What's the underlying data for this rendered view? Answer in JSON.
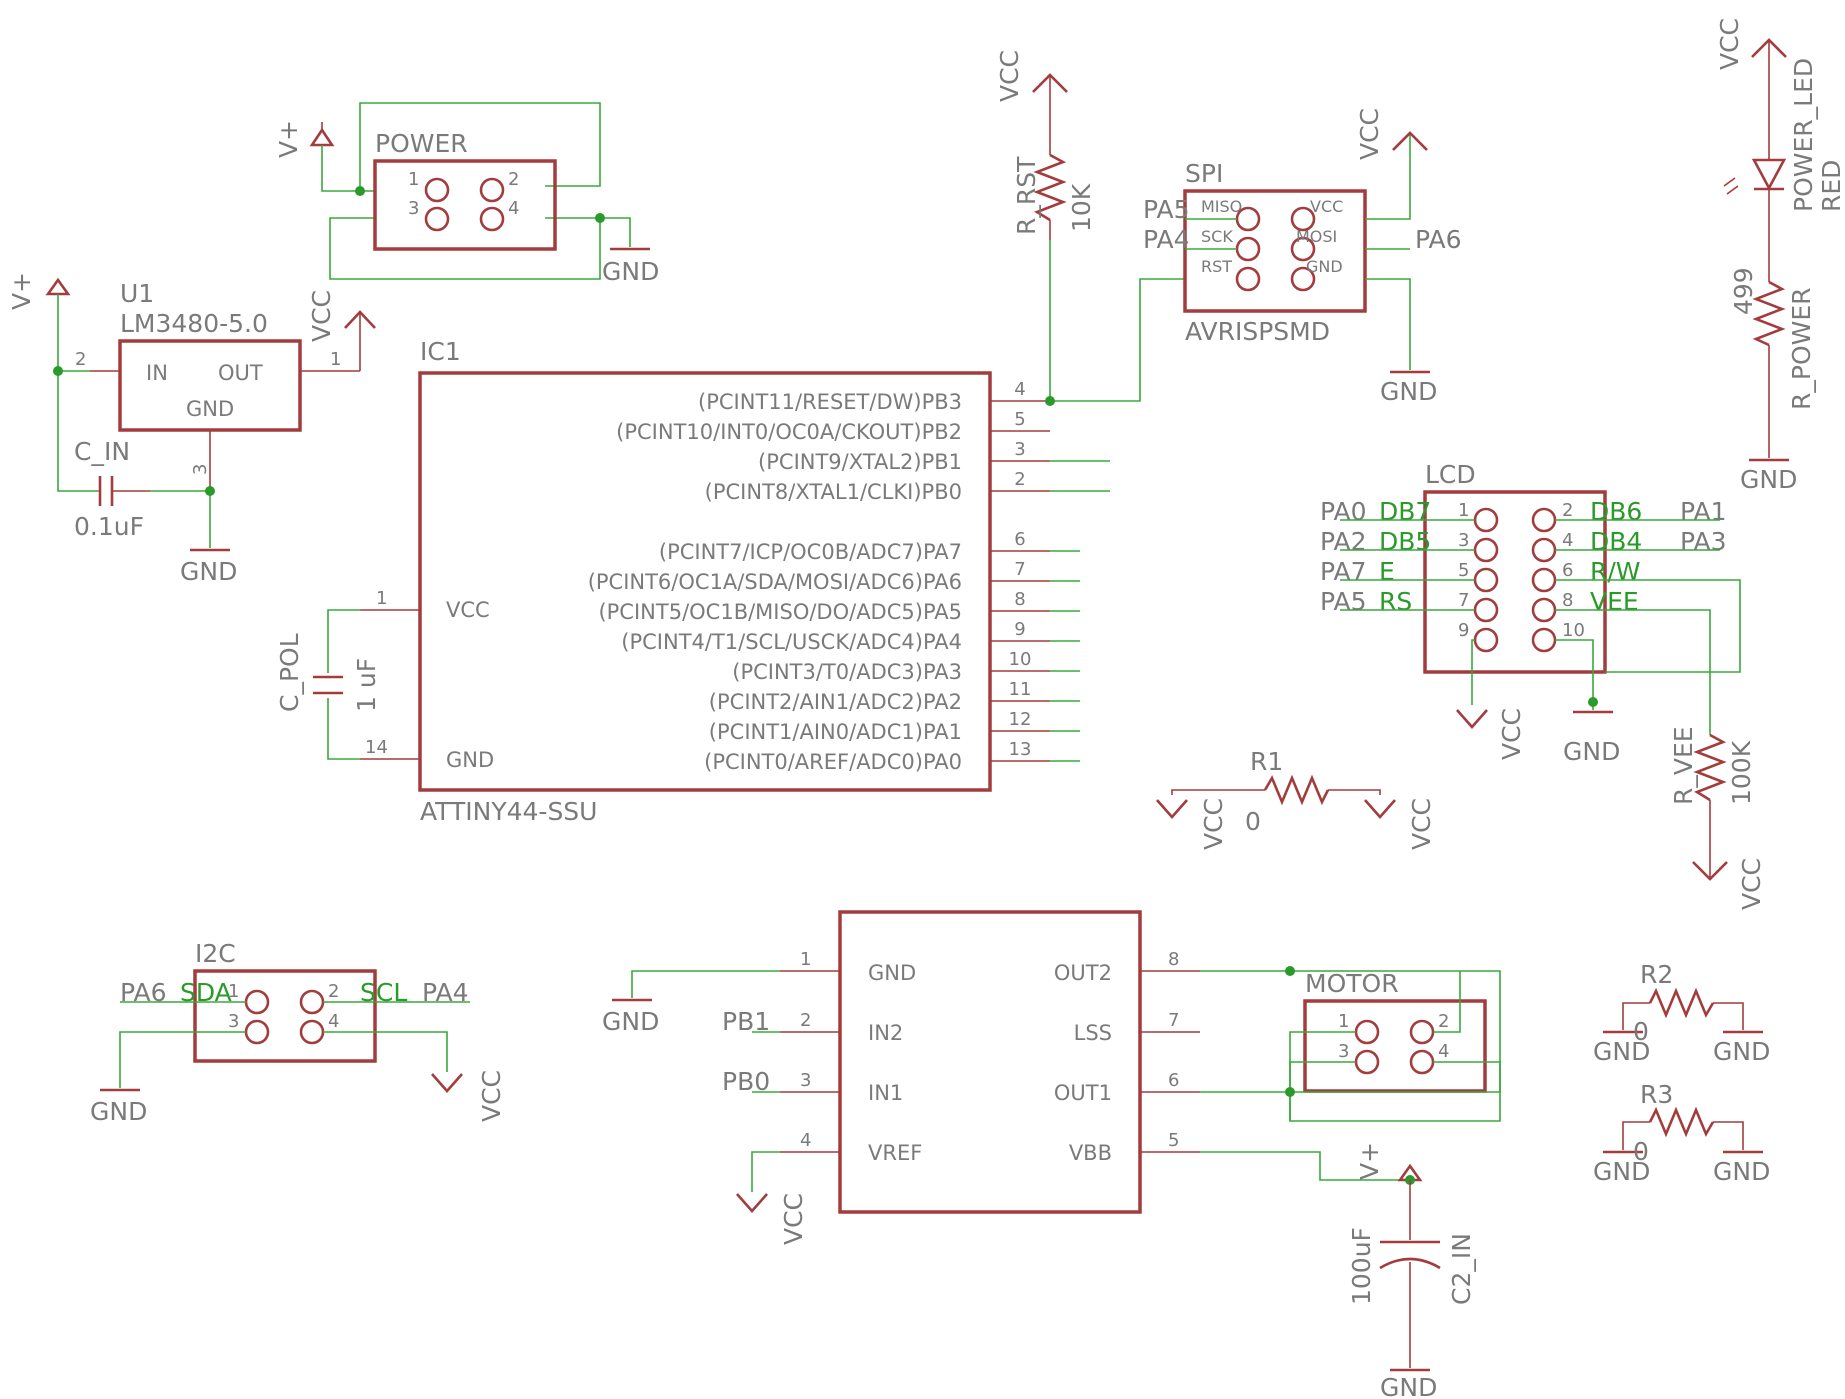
{
  "colors": {
    "wire": "#3aa83a",
    "part": "#a33c3c",
    "text": "#7a7a7a",
    "junction": "#2a9a2a"
  },
  "nets": {
    "vcc": "VCC",
    "gnd": "GND",
    "vplus": "V+"
  },
  "power_hdr": {
    "name": "POWER",
    "pins": [
      "1",
      "2",
      "3",
      "4"
    ]
  },
  "u1": {
    "name": "U1",
    "value": "LM3480-5.0",
    "in": "IN",
    "out": "OUT",
    "gnd": "GND",
    "p1": "1",
    "p2": "2",
    "p3": "3"
  },
  "c_in": {
    "name": "C_IN",
    "value": "0.1uF"
  },
  "c_pol": {
    "name": "C_POL",
    "value": "1 uF"
  },
  "ic1": {
    "name": "IC1",
    "value": "ATTINY44-SSU",
    "vcc": "VCC",
    "gnd": "GND",
    "vcc_pin": "1",
    "gnd_pin": "14",
    "pins": [
      {
        "label": "(PCINT11/RESET/DW)PB3",
        "num": "4"
      },
      {
        "label": "(PCINT10/INT0/OC0A/CKOUT)PB2",
        "num": "5"
      },
      {
        "label": "(PCINT9/XTAL2)PB1",
        "num": "3"
      },
      {
        "label": "(PCINT8/XTAL1/CLKI)PB0",
        "num": "2"
      },
      {
        "label": "(PCINT7/ICP/OC0B/ADC7)PA7",
        "num": "6"
      },
      {
        "label": "(PCINT6/OC1A/SDA/MOSI/ADC6)PA6",
        "num": "7"
      },
      {
        "label": "(PCINT5/OC1B/MISO/DO/ADC5)PA5",
        "num": "8"
      },
      {
        "label": "(PCINT4/T1/SCL/USCK/ADC4)PA4",
        "num": "9"
      },
      {
        "label": "(PCINT3/T0/ADC3)PA3",
        "num": "10"
      },
      {
        "label": "(PCINT2/AIN1/ADC2)PA2",
        "num": "11"
      },
      {
        "label": "(PCINT1/AIN0/ADC1)PA1",
        "num": "12"
      },
      {
        "label": "(PCINT0/AREF/ADC0)PA0",
        "num": "13"
      }
    ]
  },
  "r_rst": {
    "name": "R_RST",
    "value": "10K"
  },
  "spi": {
    "name": "SPI",
    "value": "AVRISPSMD",
    "miso": "MISO",
    "sck": "SCK",
    "rst": "RST",
    "vcc": "VCC",
    "mosi": "MOSI",
    "gnd": "GND",
    "pa5": "PA5",
    "pa4": "PA4",
    "pa6": "PA6"
  },
  "led": {
    "name": "POWER_LED",
    "value": "RED"
  },
  "r_power": {
    "name": "R_POWER",
    "value": "499"
  },
  "lcd": {
    "name": "LCD",
    "left_nets": [
      "PA0",
      "PA2",
      "PA7",
      "PA5"
    ],
    "left_sigs": [
      "DB7",
      "DB5",
      "E",
      "RS"
    ],
    "right_nets": [
      "PA1",
      "PA3"
    ],
    "right_sigs": [
      "DB6",
      "DB4",
      "R/W",
      "VEE"
    ],
    "pins_left": [
      "1",
      "3",
      "5",
      "7",
      "9"
    ],
    "pins_right": [
      "2",
      "4",
      "6",
      "8",
      "10"
    ]
  },
  "r_vee": {
    "name": "R_VEE",
    "value": "100K"
  },
  "r1": {
    "name": "R1",
    "value": "0"
  },
  "r2": {
    "name": "R2",
    "value": "0"
  },
  "r3": {
    "name": "R3",
    "value": "0"
  },
  "i2c": {
    "name": "I2C",
    "pa6": "PA6",
    "sda": "SDA",
    "scl": "SCL",
    "pa4": "PA4",
    "pins": [
      "1",
      "2",
      "3",
      "4"
    ]
  },
  "driver": {
    "gnd": "GND",
    "in2": "IN2",
    "in1": "IN1",
    "vref": "VREF",
    "out2": "OUT2",
    "lss": "LSS",
    "out1": "OUT1",
    "vbb": "VBB",
    "left_pins": [
      "1",
      "2",
      "3",
      "4"
    ],
    "right_pins": [
      "8",
      "7",
      "6",
      "5"
    ],
    "pb1": "PB1",
    "pb0": "PB0"
  },
  "motor": {
    "name": "MOTOR",
    "pins": [
      "1",
      "2",
      "3",
      "4"
    ]
  },
  "c2": {
    "name": "C2_IN",
    "value": "100uF"
  }
}
